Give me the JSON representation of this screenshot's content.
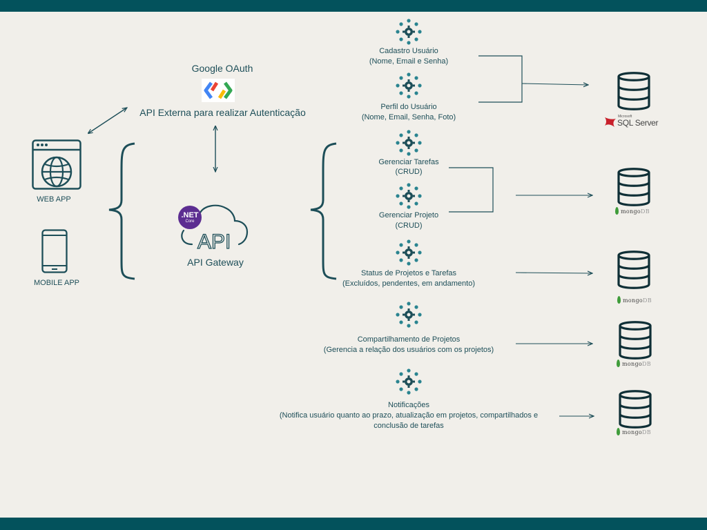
{
  "left": {
    "web_app": "WEB APP",
    "mobile_app": "MOBILE APP"
  },
  "auth": {
    "provider": "Google OAuth",
    "description": "API Externa para realizar Autenticação"
  },
  "gateway": {
    "net_badge": ".NET",
    "net_sub": "Core",
    "api_text": "API",
    "label": "API Gateway"
  },
  "services": [
    {
      "title": "Cadastro Usuário",
      "detail": "(Nome, Email e Senha)"
    },
    {
      "title": "Perfil do Usuário",
      "detail": "(Nome, Email, Senha, Foto)"
    },
    {
      "title": "Gerenciar Tarefas",
      "detail": "(CRUD)"
    },
    {
      "title": "Gerenciar Projeto",
      "detail": "(CRUD)"
    },
    {
      "title": "Status de Projetos e Tarefas",
      "detail": "(Excluídos, pendentes, em andamento)"
    },
    {
      "title": "Compartilhamento de Projetos",
      "detail": "(Gerencia a relação dos usuários com os projetos)"
    },
    {
      "title": "Notificações",
      "detail": "(Notifica usuário quanto ao prazo, atualização em projetos, compartilhados e",
      "detail2": "conclusão de tarefas"
    }
  ],
  "databases": {
    "sql_server": {
      "brand": "Microsoft",
      "name": "SQL Server"
    },
    "mongo": {
      "name": "mongo",
      "suffix": "DB"
    }
  },
  "colors": {
    "primary": "#03525c",
    "line": "#1d4e58",
    "background": "#f1efea"
  }
}
